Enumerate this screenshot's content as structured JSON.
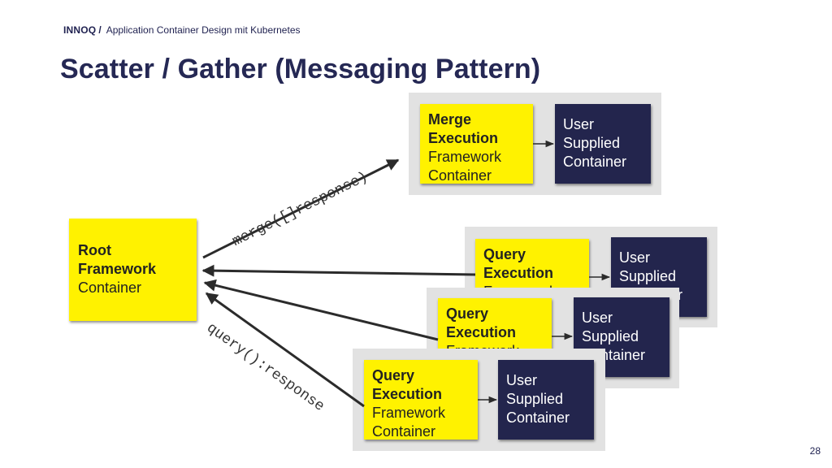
{
  "header": {
    "brand": "INNOQ",
    "separator": "/",
    "subtitle": "Application Container Design mit Kubernetes"
  },
  "title": "Scatter / Gather (Messaging Pattern)",
  "page_number": "28",
  "root": {
    "line1": "Root",
    "line2": "Framework",
    "line3": "Container"
  },
  "merge": {
    "line1": "Merge",
    "line2": "Execution",
    "line3": "Framework",
    "line4": "Container"
  },
  "query": {
    "line1": "Query",
    "line2": "Execution",
    "line3": "Framework",
    "line4": "Container"
  },
  "user": {
    "line1": "User",
    "line2": "Supplied",
    "line3": "Container"
  },
  "labels": {
    "merge": "merge([]response)",
    "query": "query():response"
  },
  "colors": {
    "sticky_yellow": "#fff200",
    "navy": "#23254d",
    "panel_gray": "#e2e2e2",
    "title_navy": "#252854"
  }
}
